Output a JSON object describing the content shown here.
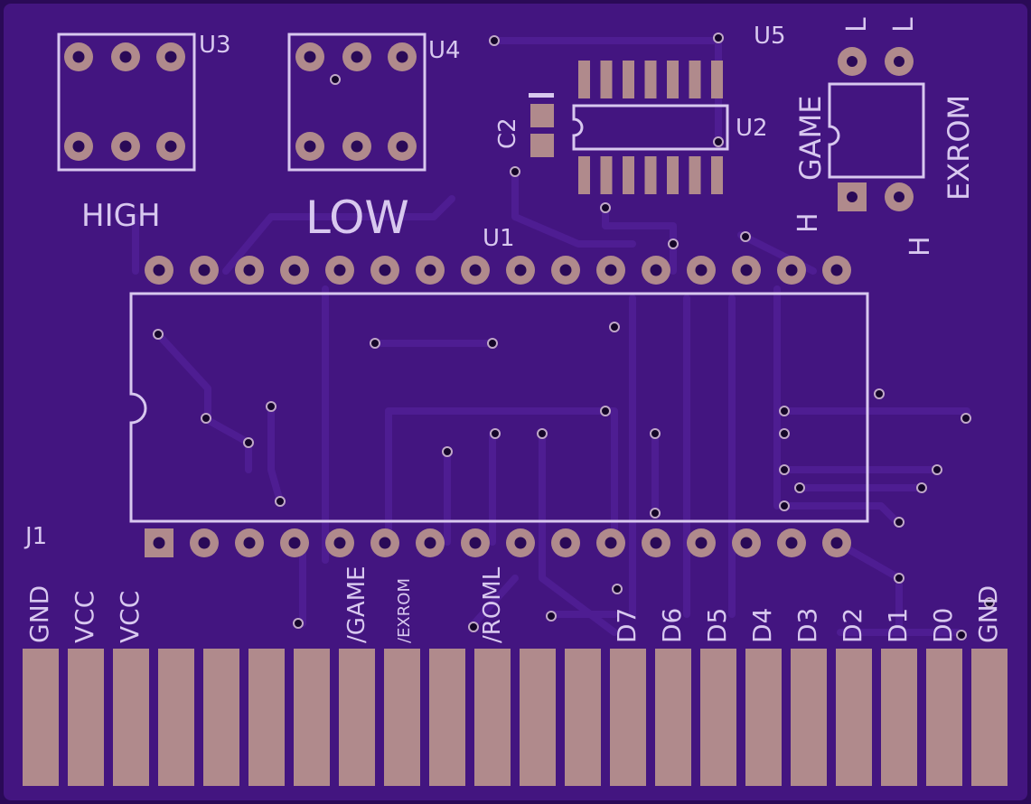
{
  "board": {
    "colors": {
      "outer": "#2a0a57",
      "substrate": "#431580",
      "trace": "#4e1d92",
      "silk": "#d8c8ef",
      "pad": "#b08a8c",
      "hole": "#2a0a57",
      "via": "#140628"
    }
  },
  "components": {
    "u1": "U1",
    "u2": "U2",
    "u3": "U3",
    "u4": "U4",
    "u5": "U5",
    "c2": "C2",
    "j1": "J1"
  },
  "labels": {
    "high": "HIGH",
    "low": "LOW",
    "game": "GAME",
    "exrom": "EXROM",
    "game_l": "L",
    "exrom_l": "L",
    "game_h": "H",
    "exrom_h": "H"
  },
  "edge_connector": {
    "pins": [
      "GND",
      "VCC",
      "VCC",
      "",
      "",
      "",
      "",
      "/GAME",
      "/EXROM",
      "",
      "/ROML",
      "",
      "",
      "D7",
      "D6",
      "D5",
      "D4",
      "D3",
      "D2",
      "D1",
      "D0",
      "GND"
    ]
  }
}
